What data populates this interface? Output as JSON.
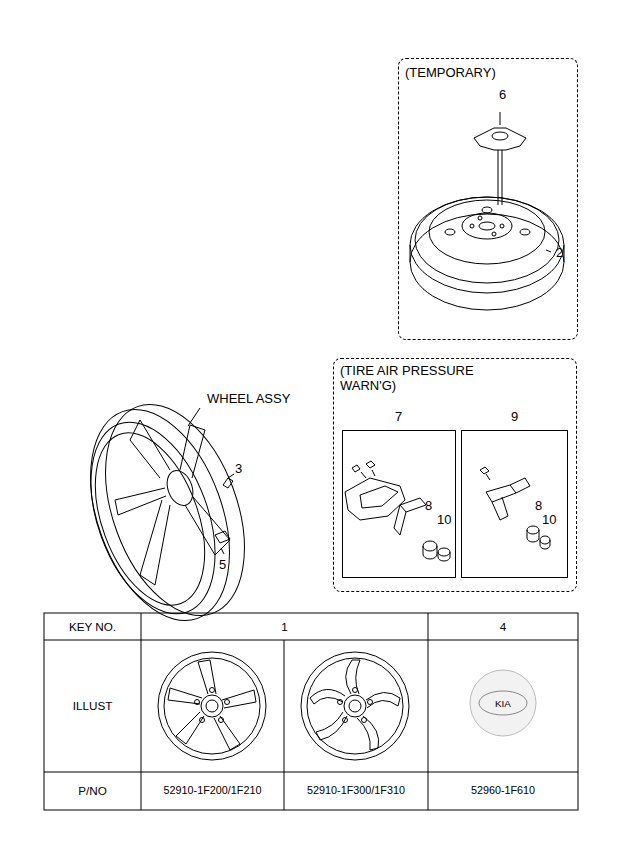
{
  "diagram": {
    "nodes": [
      {
        "text": [
          "(TEMPORARY)"
        ]
      },
      {
        "text": [
          "(TIRE AIR PRESSURE WARN'G)"
        ]
      },
      {
        "text": [
          "7",
          "8",
          "10"
        ],
        "in": 1
      },
      {
        "text": [
          "9",
          "8",
          "10"
        ],
        "in": 1
      }
    ],
    "labels": [
      "6",
      "2",
      "WHEEL ASSY",
      "3",
      "5",
      "KEY NO.",
      "1",
      "4",
      "ILLUST",
      "KIA",
      "P/NO",
      "52910-1F200/1F210",
      "52910-1F300/1F310",
      "52960-1F610"
    ]
  }
}
